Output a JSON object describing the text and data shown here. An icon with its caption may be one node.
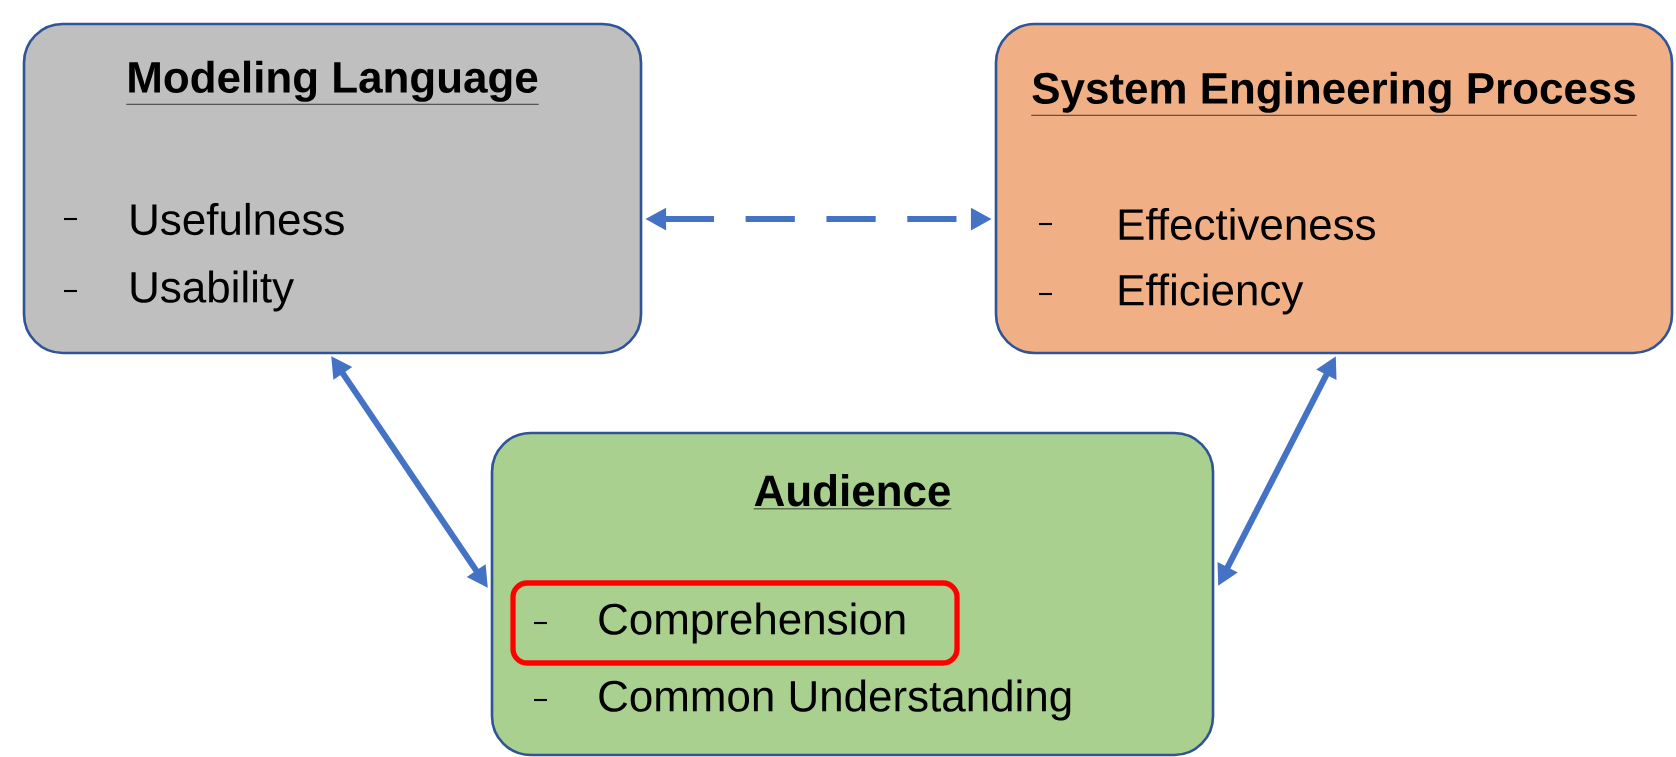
{
  "diagram": {
    "nodes": [
      {
        "text": [
          "Modeling Language",
          "Usefulness",
          "Usability"
        ]
      },
      {
        "text": [
          "System Engineering Process",
          "Effectiveness",
          "Efficiency"
        ]
      },
      {
        "text": [
          "Audience",
          "Common Understanding"
        ]
      },
      {
        "text": [
          "Comprehension"
        ],
        "in": 2
      }
    ],
    "edges": [
      {
        "from": 0,
        "to": 1,
        "arrow": "both",
        "style": "dashed"
      },
      {
        "from": 0,
        "to": 2,
        "arrow": "both"
      },
      {
        "from": 1,
        "to": 2,
        "arrow": "both"
      }
    ]
  }
}
